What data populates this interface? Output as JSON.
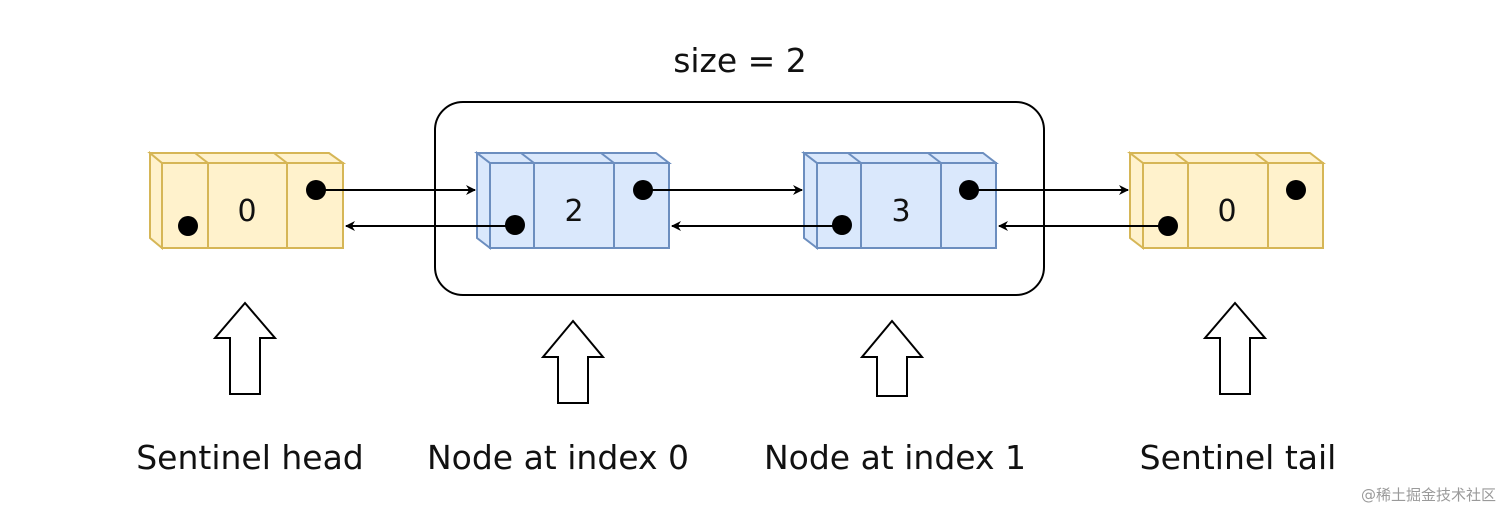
{
  "size_label": "size = 2",
  "colors": {
    "sentinel_fill": "#fff2cc",
    "sentinel_stroke": "#d6b656",
    "node_fill": "#dae8fc",
    "node_stroke": "#6c8ebf",
    "ink": "#000000"
  },
  "nodes": [
    {
      "name": "sentinel-head",
      "kind": "sentinel",
      "value": "0",
      "caption": "Sentinel head"
    },
    {
      "name": "node-index-0",
      "kind": "node",
      "value": "2",
      "caption": "Node at index 0"
    },
    {
      "name": "node-index-1",
      "kind": "node",
      "value": "3",
      "caption": "Node at index 1"
    },
    {
      "name": "sentinel-tail",
      "kind": "sentinel",
      "value": "0",
      "caption": "Sentinel tail"
    }
  ],
  "watermark": "@稀土掘金技术社区"
}
